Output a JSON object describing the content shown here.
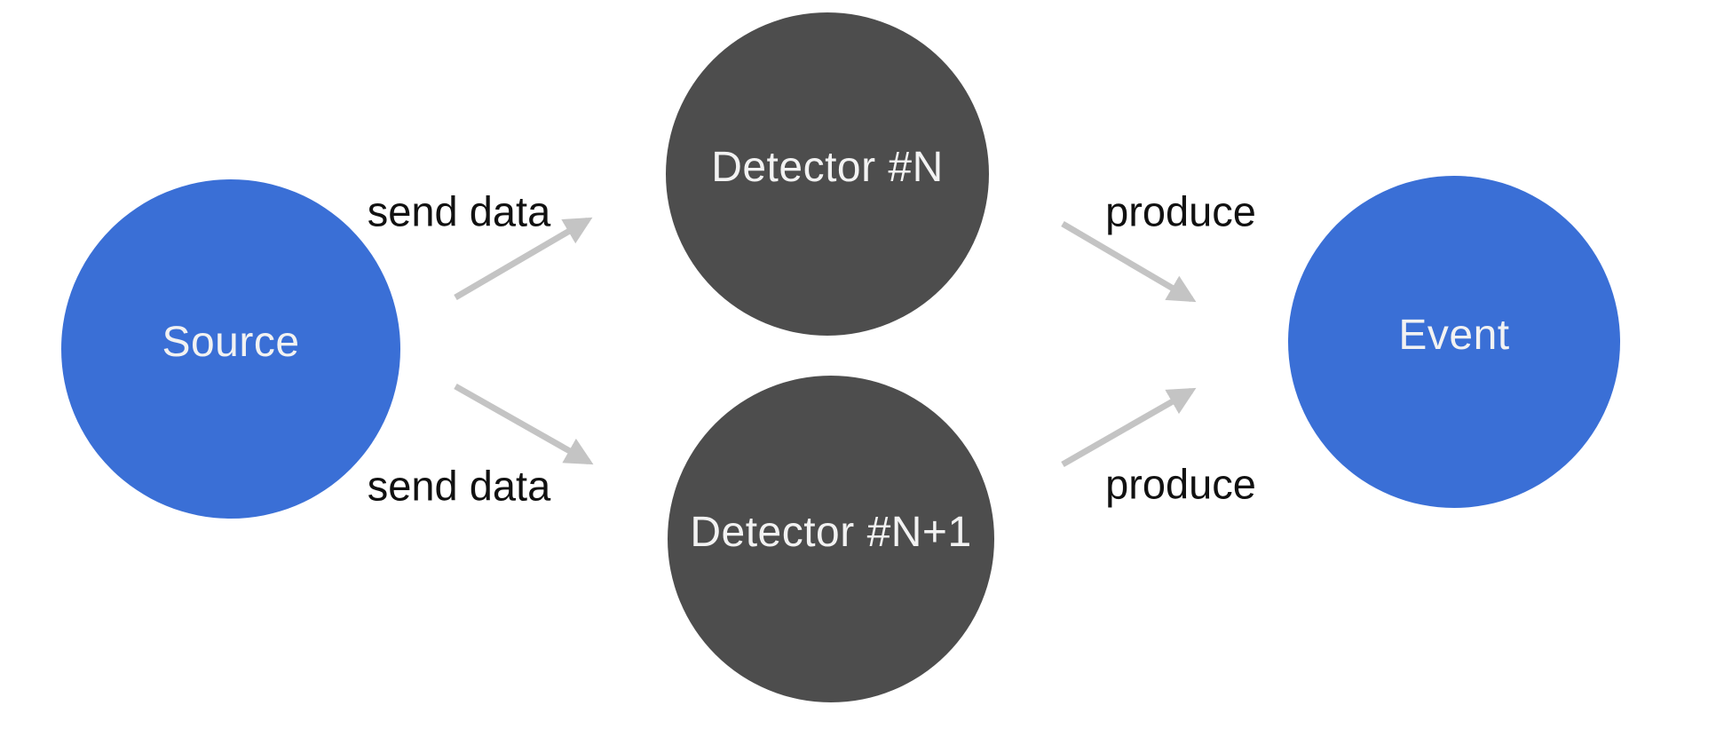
{
  "diagram": {
    "title": "source-detector-event flow",
    "nodes": [
      {
        "id": "source",
        "label": "Source",
        "shape": "circle",
        "fill": "blue"
      },
      {
        "id": "detector-n",
        "label": "Detector #N",
        "shape": "circle",
        "fill": "dark"
      },
      {
        "id": "detector-n1",
        "label": "Detector #N+1",
        "shape": "circle",
        "fill": "dark"
      },
      {
        "id": "event",
        "label": "Event",
        "shape": "circle",
        "fill": "blue"
      }
    ],
    "edges": [
      {
        "from": "source",
        "to": "detector-n",
        "label": "send data"
      },
      {
        "from": "source",
        "to": "detector-n1",
        "label": "send data"
      },
      {
        "from": "detector-n",
        "to": "event",
        "label": "produce"
      },
      {
        "from": "detector-n1",
        "to": "event",
        "label": "produce"
      }
    ]
  },
  "colors": {
    "node_blue": "#3A6FD6",
    "node_dark": "#4D4D4D",
    "node_text": "#F2F2F2",
    "edge_label_text": "#111111",
    "arrow": "#C4C4C4",
    "background": "#FFFFFF"
  }
}
